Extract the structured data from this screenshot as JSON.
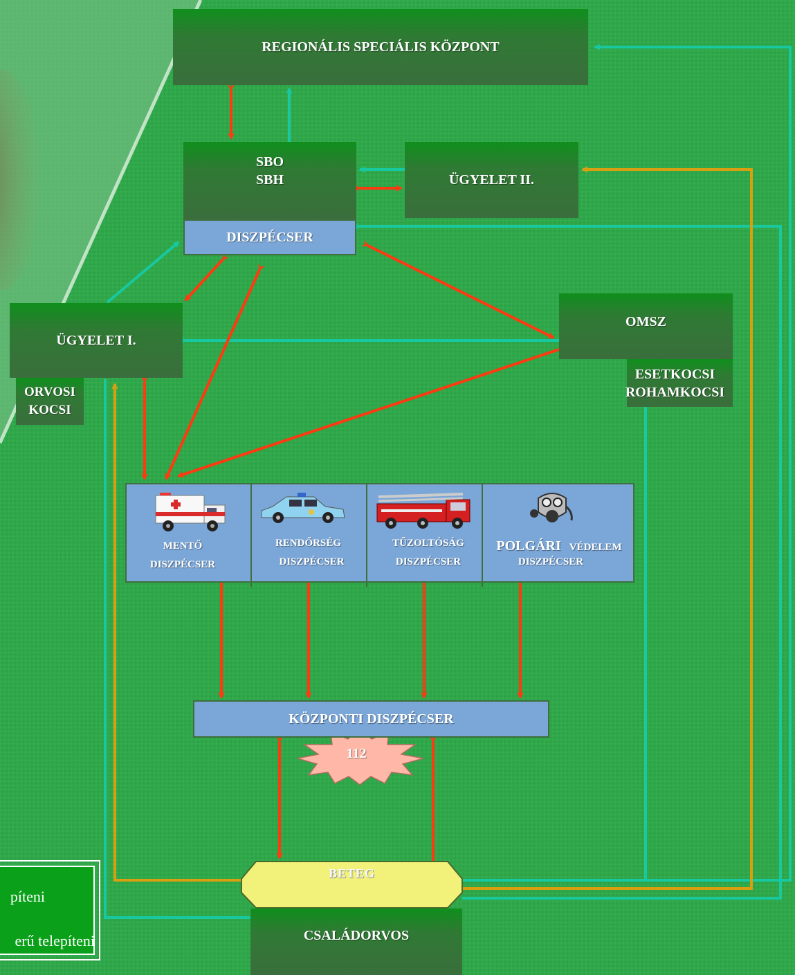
{
  "nodes": {
    "regional": "REGIONÁLIS SPECIÁLIS KÖZPONT",
    "sbo": "SBO",
    "sbh": "SBH",
    "dispatcher": "DISZPÉCSER",
    "ugyelet2": "ÜGYELET II.",
    "ugyelet1": "ÜGYELET I.",
    "orvosi_line1": "ORVOSI",
    "orvosi_line2": "KOCSI",
    "omsz": "OMSZ",
    "esetkocsi_line1": "ESETKOCSI",
    "esetkocsi_line2": "ROHAMKOCSI",
    "kozponti": "KÖZPONTI DISZPÉCSER",
    "emergency_number": "112",
    "beteg": "BETEG",
    "csaladorvos": "CSALÁDORVOS"
  },
  "services": [
    {
      "name": "MENTŐ",
      "sub": "DISZPÉCSER",
      "icon": "ambulance-icon"
    },
    {
      "name": "RENDŐRSÉG",
      "sub": "DISZPÉCSER",
      "icon": "police-car-icon"
    },
    {
      "name": "TŰZOLTÓSÁG",
      "sub": "DISZPÉCSER",
      "icon": "fire-truck-icon"
    },
    {
      "name": "POLGÁRI",
      "name2": "VÉDELEM",
      "sub": "DISZPÉCSER",
      "icon": "gas-mask-icon"
    }
  ],
  "legend": {
    "item1": "píteni",
    "item2": "erű telepíteni"
  },
  "colors": {
    "dark_green": "#2f7a34",
    "light_blue": "#7ba7d8",
    "red_arrow": "#ff3a10",
    "teal_arrow": "#18c8a0",
    "orange_arrow": "#d8a010",
    "star_fill": "#ffb8a8",
    "beteg_fill": "#f2f27a"
  }
}
